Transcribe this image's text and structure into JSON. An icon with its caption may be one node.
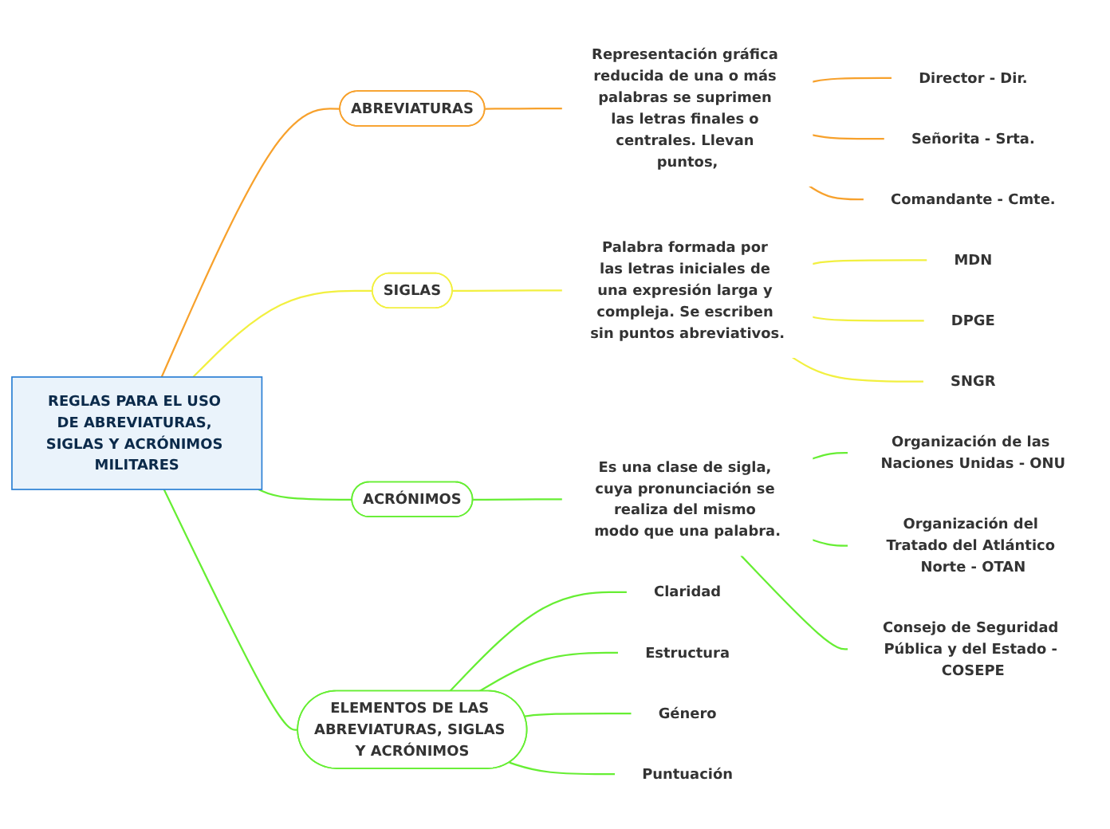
{
  "diagram": {
    "nodes": [
      {
        "text": [
          "REGLAS PARA EL USO DE ABREVIATURAS, SIGLAS Y ACRÓNIMOS MILITARES"
        ]
      },
      {
        "text": [
          "ABREVIATURAS"
        ]
      },
      {
        "text": [
          "Representación gráfica reducida de una o más palabras se suprimen las letras finales o centrales. Llevan puntos,"
        ]
      },
      {
        "text": [
          "Director - Dir."
        ]
      },
      {
        "text": [
          "Señorita - Srta."
        ]
      },
      {
        "text": [
          "Comandante - Cmte."
        ]
      },
      {
        "text": [
          "SIGLAS"
        ]
      },
      {
        "text": [
          "Palabra formada por las letras iniciales de una expresión larga y compleja. Se escriben sin puntos abreviativos."
        ]
      },
      {
        "text": [
          "MDN"
        ]
      },
      {
        "text": [
          "DPGE"
        ]
      },
      {
        "text": [
          "SNGR"
        ]
      },
      {
        "text": [
          "ACRÓNIMOS"
        ]
      },
      {
        "text": [
          "Es una clase de sigla, cuya pronunciación se realiza del mismo modo que una palabra."
        ]
      },
      {
        "text": [
          "Organización de las Naciones Unidas - ONU"
        ]
      },
      {
        "text": [
          "Organización del Tratado del Atlántico Norte - OTAN"
        ]
      },
      {
        "text": [
          "Consejo de Seguridad Pública y del Estado - COSEPE"
        ]
      },
      {
        "text": [
          "ELEMENTOS DE LAS ABREVIATURAS, SIGLAS Y ACRÓNIMOS"
        ]
      },
      {
        "text": [
          "Claridad"
        ]
      },
      {
        "text": [
          "Estructura"
        ]
      },
      {
        "text": [
          "Género"
        ]
      },
      {
        "text": [
          "Puntuación"
        ]
      }
    ],
    "edges": [
      {
        "from": 0,
        "to": 1,
        "arrow": "none",
        "color": "#f7a12c"
      },
      {
        "from": 1,
        "to": 2,
        "arrow": "none",
        "color": "#f7a12c"
      },
      {
        "from": 2,
        "to": 3,
        "arrow": "none",
        "color": "#f7a12c"
      },
      {
        "from": 2,
        "to": 4,
        "arrow": "none",
        "color": "#f7a12c"
      },
      {
        "from": 2,
        "to": 5,
        "arrow": "none",
        "color": "#f7a12c"
      },
      {
        "from": 0,
        "to": 6,
        "arrow": "none",
        "color": "#f2f040"
      },
      {
        "from": 6,
        "to": 7,
        "arrow": "none",
        "color": "#f2f040"
      },
      {
        "from": 7,
        "to": 8,
        "arrow": "none",
        "color": "#f2f040"
      },
      {
        "from": 7,
        "to": 9,
        "arrow": "none",
        "color": "#f2f040"
      },
      {
        "from": 7,
        "to": 10,
        "arrow": "none",
        "color": "#f2f040"
      },
      {
        "from": 0,
        "to": 11,
        "arrow": "none"
      },
      {
        "from": 11,
        "to": 12,
        "arrow": "none"
      },
      {
        "from": 12,
        "to": 13,
        "arrow": "none"
      },
      {
        "from": 12,
        "to": 14,
        "arrow": "none"
      },
      {
        "from": 12,
        "to": 15,
        "arrow": "none"
      },
      {
        "from": 0,
        "to": 16,
        "arrow": "none"
      },
      {
        "from": 16,
        "to": 17,
        "arrow": "none"
      },
      {
        "from": 16,
        "to": 18,
        "arrow": "none"
      },
      {
        "from": 16,
        "to": 19,
        "arrow": "none"
      },
      {
        "from": 16,
        "to": 20,
        "arrow": "none"
      }
    ]
  }
}
